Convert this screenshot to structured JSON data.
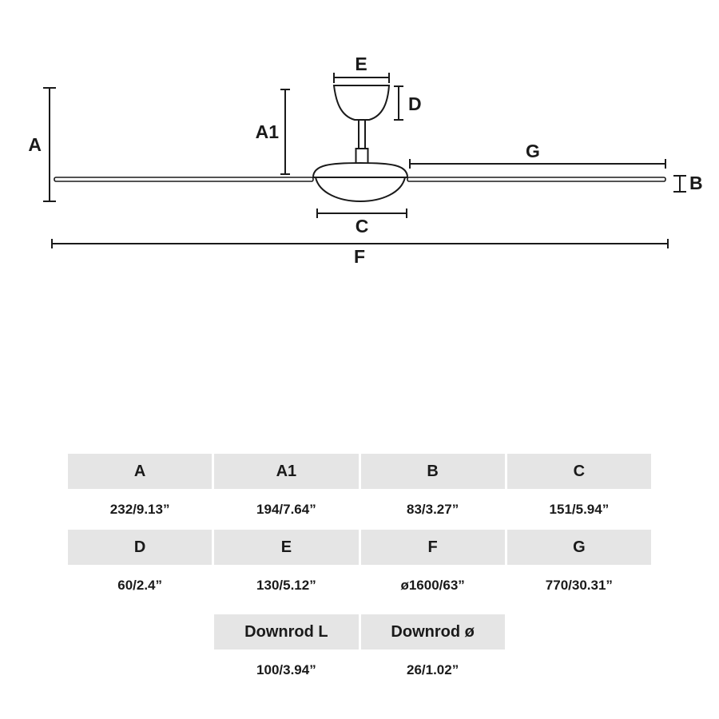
{
  "diagram": {
    "labels": {
      "A": "A",
      "A1": "A1",
      "B": "B",
      "C": "C",
      "D": "D",
      "E": "E",
      "F": "F",
      "G": "G"
    }
  },
  "table": {
    "header1": [
      "A",
      "A1",
      "B",
      "C"
    ],
    "values1": [
      "232/9.13”",
      "194/7.64”",
      "83/3.27”",
      "151/5.94”"
    ],
    "header2": [
      "D",
      "E",
      "F",
      "G"
    ],
    "values2": [
      "60/2.4”",
      "130/5.12”",
      "ø1600/63”",
      "770/30.31”"
    ],
    "header3": [
      "Downrod L",
      "Downrod ø"
    ],
    "values3": [
      "100/3.94”",
      "26/1.02”"
    ]
  }
}
